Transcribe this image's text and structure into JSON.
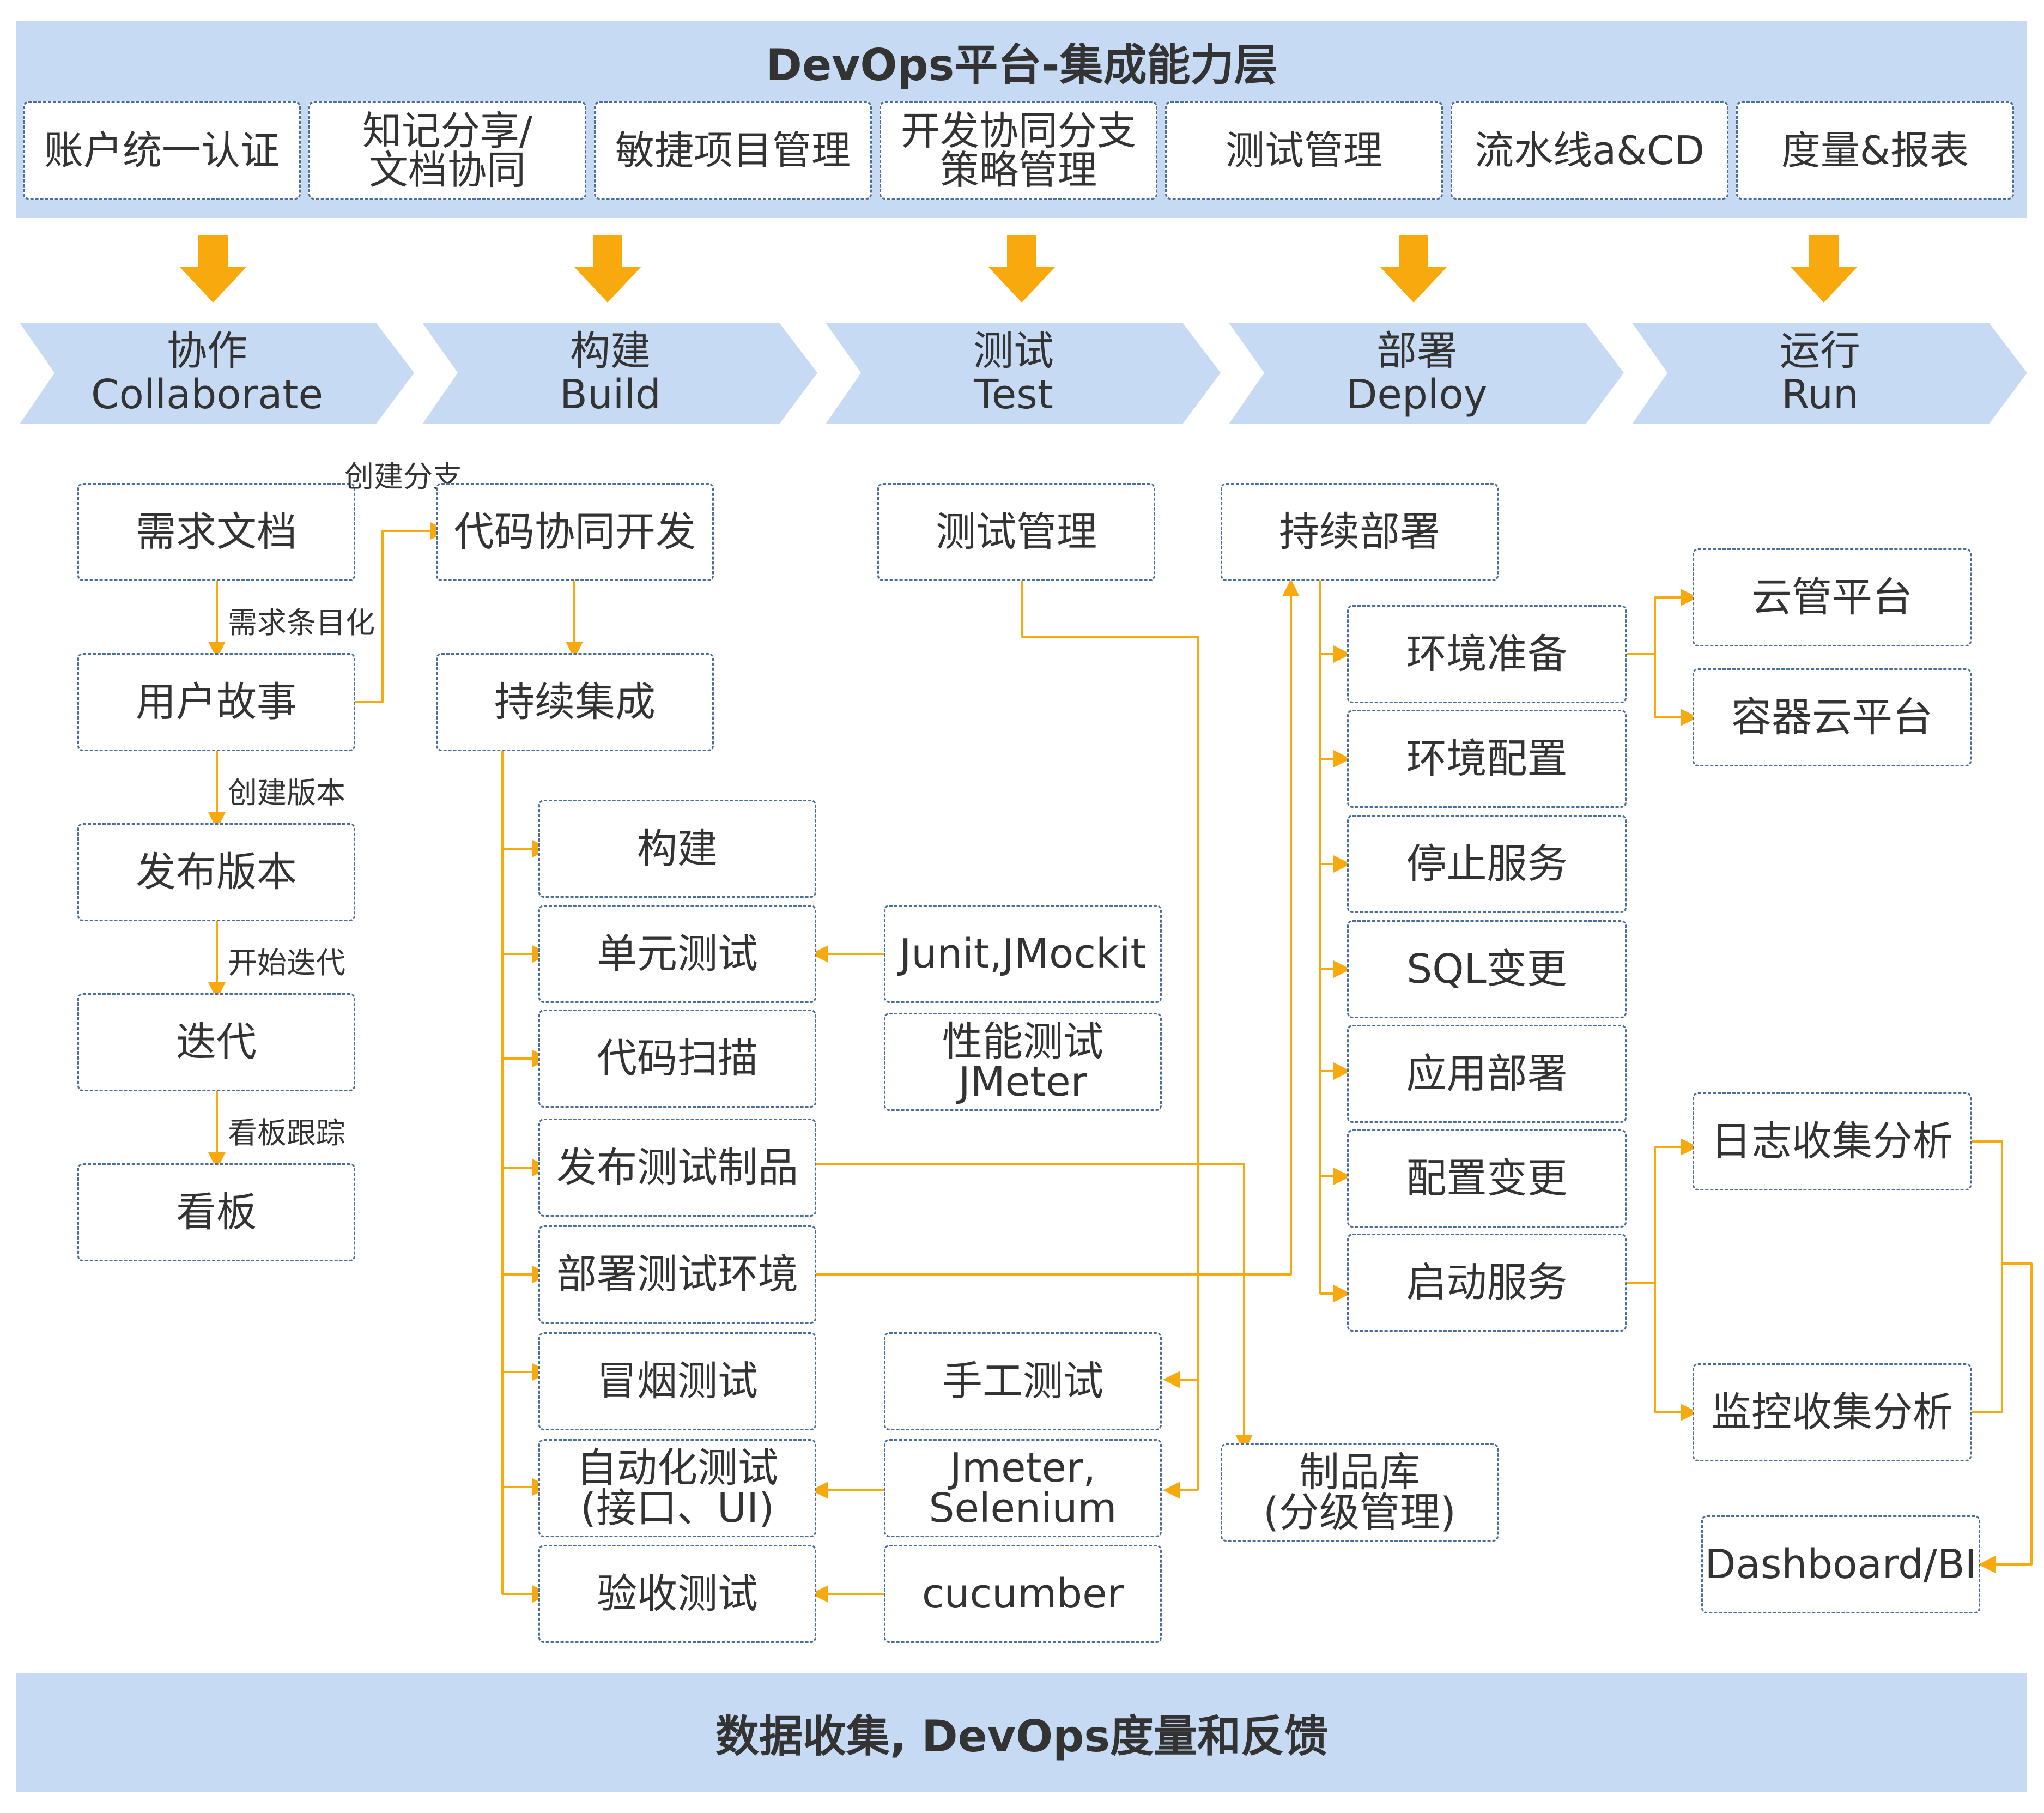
{
  "platform": {
    "title": "DevOps平台-集成能力层",
    "capabilities": [
      {
        "lines": [
          "账户统一认证"
        ]
      },
      {
        "lines": [
          "知记分享/",
          "文档协同"
        ]
      },
      {
        "lines": [
          "敏捷项目管理"
        ]
      },
      {
        "lines": [
          "开发协同分支",
          "策略管理"
        ]
      },
      {
        "lines": [
          "测试管理"
        ]
      },
      {
        "lines": [
          "流水线a&CD"
        ]
      },
      {
        "lines": [
          "度量&报表"
        ]
      }
    ]
  },
  "stages": [
    {
      "cn": "协作",
      "en": "Collaborate"
    },
    {
      "cn": "构建",
      "en": "Build"
    },
    {
      "cn": "测试",
      "en": "Test"
    },
    {
      "cn": "部署",
      "en": "Deploy"
    },
    {
      "cn": "运行",
      "en": "Run"
    }
  ],
  "collaborate": {
    "boxes": [
      "需求文档",
      "用户故事",
      "发布版本",
      "迭代",
      "看板"
    ],
    "arrow_labels": [
      "需求条目化",
      "创建版本",
      "开始迭代",
      "看板跟踪"
    ]
  },
  "branch_label": "创建分支",
  "build": {
    "code_dev": "代码协同开发",
    "ci": "持续集成",
    "steps": [
      {
        "lines": [
          "构建"
        ]
      },
      {
        "lines": [
          "单元测试"
        ]
      },
      {
        "lines": [
          "代码扫描"
        ]
      },
      {
        "lines": [
          "发布测试制品"
        ]
      },
      {
        "lines": [
          "部署测试环境"
        ]
      },
      {
        "lines": [
          "冒烟测试"
        ]
      },
      {
        "lines": [
          "自动化测试",
          "(接口、UI)"
        ]
      },
      {
        "lines": [
          "验收测试"
        ]
      }
    ]
  },
  "test": {
    "mgmt": "测试管理",
    "tools": [
      {
        "lines": [
          "Junit,JMockit"
        ]
      },
      {
        "lines": [
          "性能测试",
          "JMeter"
        ]
      },
      {
        "lines": [
          "手工测试"
        ]
      },
      {
        "lines": [
          "Jmeter,",
          "Selenium"
        ]
      },
      {
        "lines": [
          "cucumber"
        ]
      }
    ]
  },
  "deploy": {
    "cd": "持续部署",
    "steps": [
      "环境准备",
      "环境配置",
      "停止服务",
      "SQL变更",
      "应用部署",
      "配置变更",
      "启动服务"
    ],
    "artifact_repo": [
      "制品库",
      "(分级管理)"
    ]
  },
  "run": {
    "items": [
      "云管平台",
      "容器云平台",
      "日志收集分析",
      "监控收集分析",
      "Dashboard/BI"
    ]
  },
  "footer": "数据收集, DevOps度量和反馈",
  "colors": {
    "band": "#c6dbf3",
    "arrow": "#f7a90d",
    "box_border": "#4a6e96",
    "text": "#333333"
  }
}
